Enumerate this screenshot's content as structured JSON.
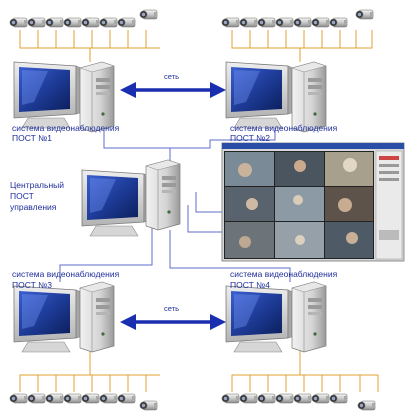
{
  "labels": {
    "network_top": "сеть",
    "network_bottom": "сеть",
    "post1_line1": "система видеонаблюдения",
    "post1_line2": "ПОСТ №1",
    "post2_line1": "система видеонаблюдения",
    "post2_line2": "ПОСТ №2",
    "central_line1": "Центральный",
    "central_line2": "ПОСТ",
    "central_line3": "управления",
    "post3_line1": "система видеонаблюдения",
    "post3_line2": "ПОСТ №3",
    "post4_line1": "система видеонаблюдения",
    "post4_line2": "ПОСТ №4"
  },
  "colors": {
    "label_text": "#1f2f9a",
    "network_arrow": "#1a2fb0",
    "link_line": "#5d6ccc",
    "camera_wire": "#e0a030",
    "monitor_screen": "#2c4aa8"
  },
  "camera_groups": [
    {
      "name": "top-left",
      "count": 8
    },
    {
      "name": "top-right",
      "count": 8
    },
    {
      "name": "bottom-left",
      "count": 8
    },
    {
      "name": "bottom-right",
      "count": 8
    }
  ],
  "icons": [
    "camera-icon",
    "monitor-icon",
    "pc-tower-icon",
    "double-arrow-icon",
    "video-wall-screenshot-icon"
  ]
}
